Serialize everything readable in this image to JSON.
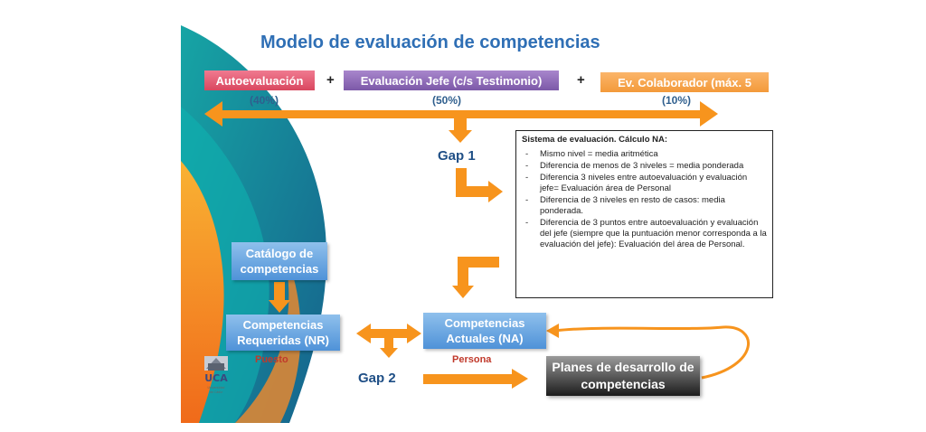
{
  "title": "Modelo de evaluación de competencias",
  "inputs": [
    {
      "label": "Autoevaluación",
      "pct": "(40%)"
    },
    {
      "label": "Evaluación Jefe (c/s Testimonio)",
      "pct": "(50%)"
    },
    {
      "label": "Ev. Colaborador (máx. 5",
      "pct": "(10%)"
    }
  ],
  "operators": {
    "plus1": "+",
    "plus2": "+"
  },
  "gaps": {
    "gap1": "Gap 1",
    "gap2": "Gap 2"
  },
  "system_box": {
    "header": "Sistema de evaluación. Cálculo NA:",
    "items": [
      "Mismo nivel = media aritmética",
      "Diferencia de menos de 3 niveles = media ponderada",
      "Diferencia 3 niveles entre autoevaluación y evaluación jefe= Evaluación área de Personal",
      "Diferencia de 3 niveles en resto de casos: media ponderada.",
      "Diferencia de 3 puntos entre autoevaluación y evaluación del jefe (siempre que la puntuación menor corresponda a la evaluación del jefe): Evaluación del área de Personal."
    ]
  },
  "boxes": {
    "catalogo": "Catálogo de competencias",
    "requeridas": "Competencias Requeridas (NR)",
    "actuales": "Competencias Actuales (NA)",
    "planes": "Planes de desarrollo de competencias"
  },
  "labels": {
    "puesto": "Puesto",
    "persona": "Persona"
  },
  "logo": {
    "text": "UCA",
    "subtext": "Universidad de Cádiz"
  },
  "colors": {
    "accent_orange": "#f7941d",
    "title_blue": "#2f6fb5",
    "box_blue": "#4f92d8",
    "pink": "#d9475f",
    "purple": "#7c59a8"
  }
}
